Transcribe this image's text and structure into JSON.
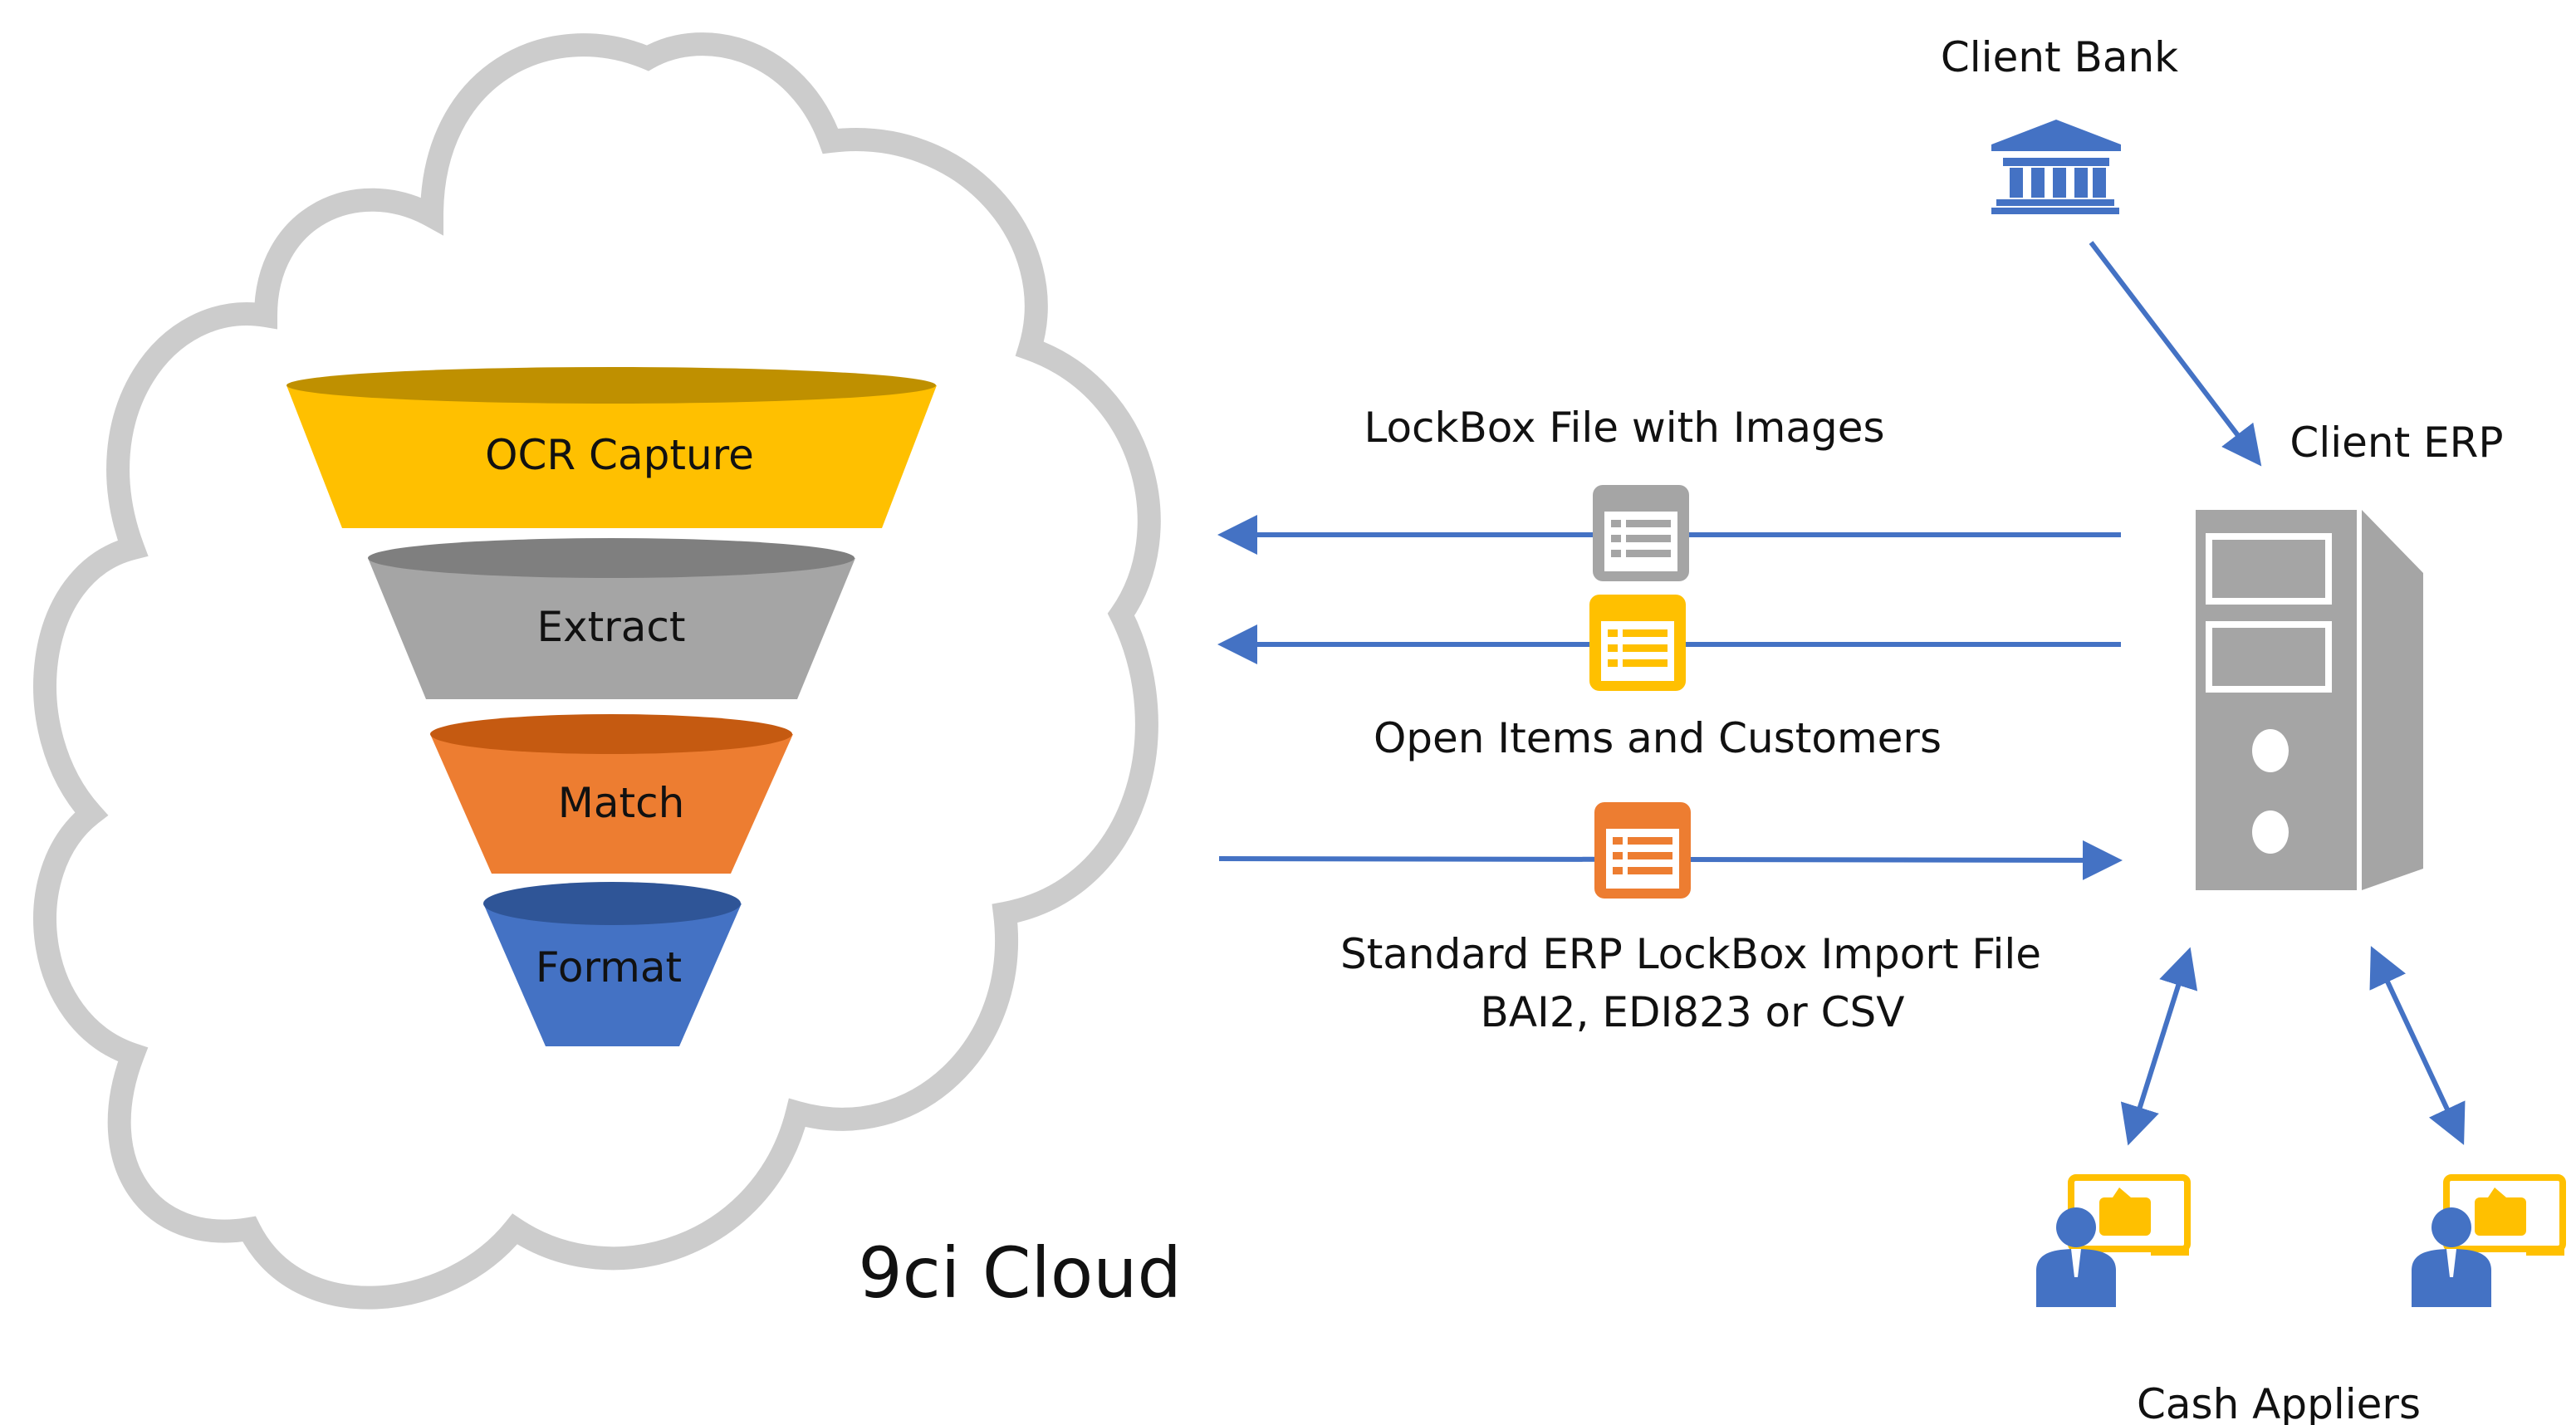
{
  "cloud": {
    "label": "9ci Cloud",
    "funnel": [
      {
        "label": "OCR Capture",
        "color": "#FFC000"
      },
      {
        "label": "Extract",
        "color": "#A5A5A5"
      },
      {
        "label": "Match",
        "color": "#ED7D31"
      },
      {
        "label": "Format",
        "color": "#4472C4"
      }
    ]
  },
  "flows": {
    "lockbox_file": "LockBox File with Images",
    "open_items": "Open Items and Customers",
    "import_file_line1": "Standard ERP LockBox Import File",
    "import_file_line2": "BAI2, EDI823 or CSV"
  },
  "nodes": {
    "bank": "Client Bank",
    "erp": "Client ERP",
    "cash_appliers": "Cash Appliers"
  },
  "colors": {
    "arrow": "#4472C4",
    "cloud_outline": "#CCCCCC"
  },
  "icons": [
    "bank-icon",
    "server-icon",
    "document-icon",
    "user-computer-icon"
  ]
}
